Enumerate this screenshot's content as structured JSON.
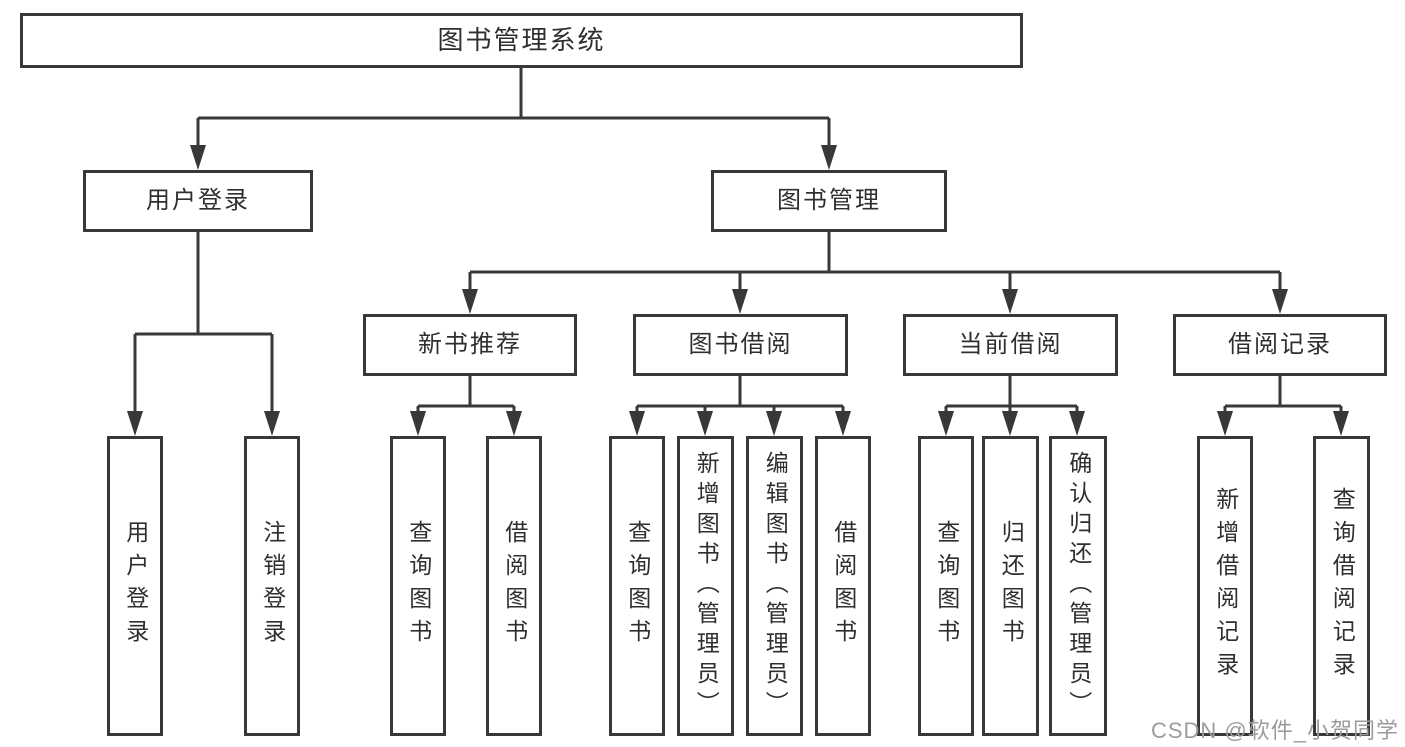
{
  "diagram": {
    "type": "hierarchy-tree",
    "colors": {
      "line": "#383838",
      "node_border": "#383838",
      "node_text": "#2f2f2f",
      "background": "#ffffff",
      "watermark_text": "#9c9c9c"
    },
    "watermark": "CSDN @软件_小贺同学",
    "tree": {
      "label": "图书管理系统",
      "children": [
        {
          "label": "用户登录",
          "children": [
            {
              "label": "用户登录"
            },
            {
              "label": "注销登录"
            }
          ]
        },
        {
          "label": "图书管理",
          "children": [
            {
              "label": "新书推荐",
              "children": [
                {
                  "label": "查询图书"
                },
                {
                  "label": "借阅图书"
                }
              ]
            },
            {
              "label": "图书借阅",
              "children": [
                {
                  "label": "查询图书"
                },
                {
                  "label": "新增图书（管理员）"
                },
                {
                  "label": "编辑图书（管理员）"
                },
                {
                  "label": "借阅图书"
                }
              ]
            },
            {
              "label": "当前借阅",
              "children": [
                {
                  "label": "查询图书"
                },
                {
                  "label": "归还图书"
                },
                {
                  "label": "确认归还（管理员）"
                }
              ]
            },
            {
              "label": "借阅记录",
              "children": [
                {
                  "label": "新增借阅记录"
                },
                {
                  "label": "查询借阅记录"
                }
              ]
            }
          ]
        }
      ]
    }
  }
}
